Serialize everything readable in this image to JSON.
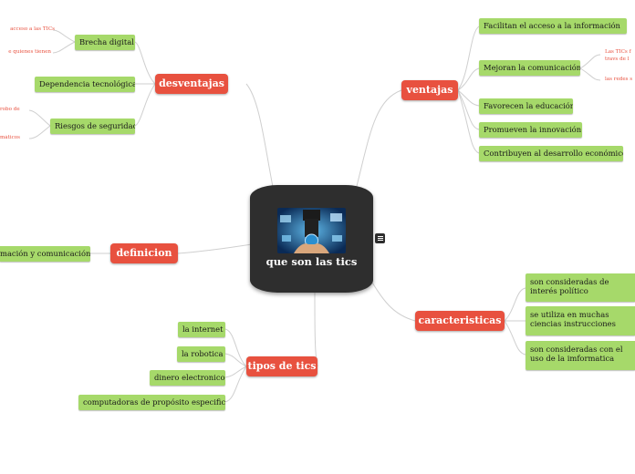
{
  "central": {
    "title": "que son las tics",
    "image_icon": "technology-photo"
  },
  "topics": {
    "desventajas": {
      "label": "desventajas",
      "children": {
        "brecha": {
          "label": "Brecha digital",
          "notes": [
            "acceso a las TICs",
            "e quienes tienen"
          ]
        },
        "dependencia": {
          "label": "Dependencia tecnológica"
        },
        "riesgos": {
          "label": "Riesgos de seguridad",
          "notes": [
            "robo de",
            "máticos"
          ]
        }
      }
    },
    "definicion": {
      "label": "definicion",
      "children": {
        "def": {
          "label": "mación y comunicación"
        }
      }
    },
    "tipos": {
      "label": "tipos de tics",
      "children": {
        "internet": {
          "label": "la internet"
        },
        "robotica": {
          "label": "la robotica"
        },
        "dinero": {
          "label": "dinero electronico"
        },
        "computadoras": {
          "label": "computadoras de propósito especifico"
        }
      }
    },
    "ventajas": {
      "label": "ventajas",
      "children": {
        "facilitan": {
          "label": "Facilitan el acceso a la información"
        },
        "mejoran": {
          "label": "Mejoran la comunicación",
          "notes": [
            "Las TICs f",
            "travs de l",
            "las redes s"
          ]
        },
        "educacion": {
          "label": "Favorecen la educación"
        },
        "innovacion": {
          "label": "Promueven la innovación"
        },
        "economico": {
          "label": "Contribuyen al desarrollo económico"
        }
      }
    },
    "caracteristicas": {
      "label": "caracteristicas",
      "children": {
        "interes": {
          "label": "son consideradas de interés político"
        },
        "ciencias": {
          "label": "se utiliza en muchas ciencias instrucciones"
        },
        "uso": {
          "label": "son consideradas con el uso de la imformatica"
        }
      }
    }
  },
  "colors": {
    "central_bg": "#2e2e2e",
    "main_topic": "#e8513f",
    "subtopic": "#a6d96a",
    "connector": "#c9c9c9",
    "note_text": "#e8513f"
  },
  "icons": {
    "notes": "notes-icon"
  }
}
